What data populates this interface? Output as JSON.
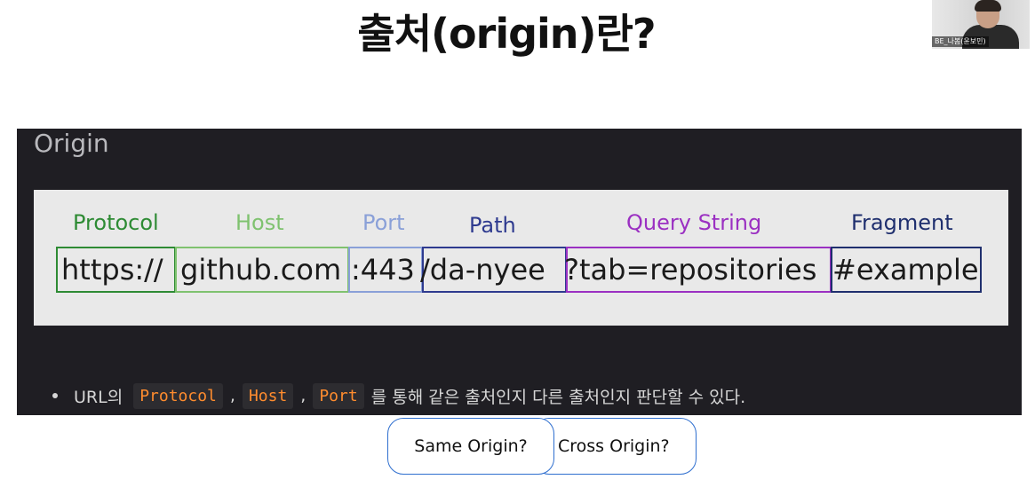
{
  "slide": {
    "title": "출처(origin)란?"
  },
  "video": {
    "name_tag": "BE_나봄(윤보민)"
  },
  "panel": {
    "heading": "Origin",
    "parts": [
      {
        "label": "Protocol",
        "text": "https://",
        "color": "#2e8b34"
      },
      {
        "label": "Host",
        "text": "github.com",
        "color": "#7fc26f"
      },
      {
        "label": "Port",
        "text": ":443",
        "color": "#8aa0d8"
      },
      {
        "label": "Path",
        "text": "/da-nyee",
        "color": "#2e3a8f"
      },
      {
        "label": "Query String",
        "text": "?tab=repositories",
        "color": "#9b30c2"
      },
      {
        "label": "Fragment",
        "text": "#example",
        "color": "#1f2f6e"
      }
    ],
    "bullet": {
      "prefix": "URL의",
      "code1": "Protocol",
      "sep1": ",",
      "code2": "Host",
      "sep2": ",",
      "code3": "Port",
      "suffix": "를 통해 같은 출처인지 다른 출처인지 판단할 수 있다."
    }
  },
  "buttons": {
    "same_origin": "Same Origin?",
    "cross_origin": "Cross Origin?"
  }
}
